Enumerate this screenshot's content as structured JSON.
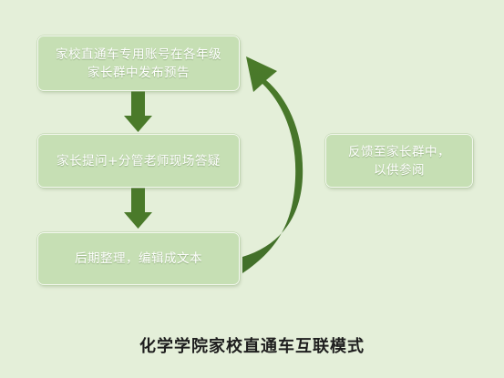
{
  "diagram": {
    "title": "化学学院家校直通车互联模式",
    "steps": [
      {
        "lines": [
          "家校直通车专用账号在各年级",
          "家长群中发布预告"
        ]
      },
      {
        "lines": [
          "家长提问+分管老师现场答疑"
        ]
      },
      {
        "lines": [
          "后期整理，编辑成文本"
        ]
      }
    ],
    "feedback": {
      "lines": [
        "反馈至家长群中，",
        "以供参阅"
      ]
    },
    "colors": {
      "background": "#e4efd9",
      "box_fill": "#c6dfb4",
      "box_border": "#f3f8ee",
      "arrow": "#4a7a2a",
      "title_text": "#1e1e1e"
    }
  }
}
